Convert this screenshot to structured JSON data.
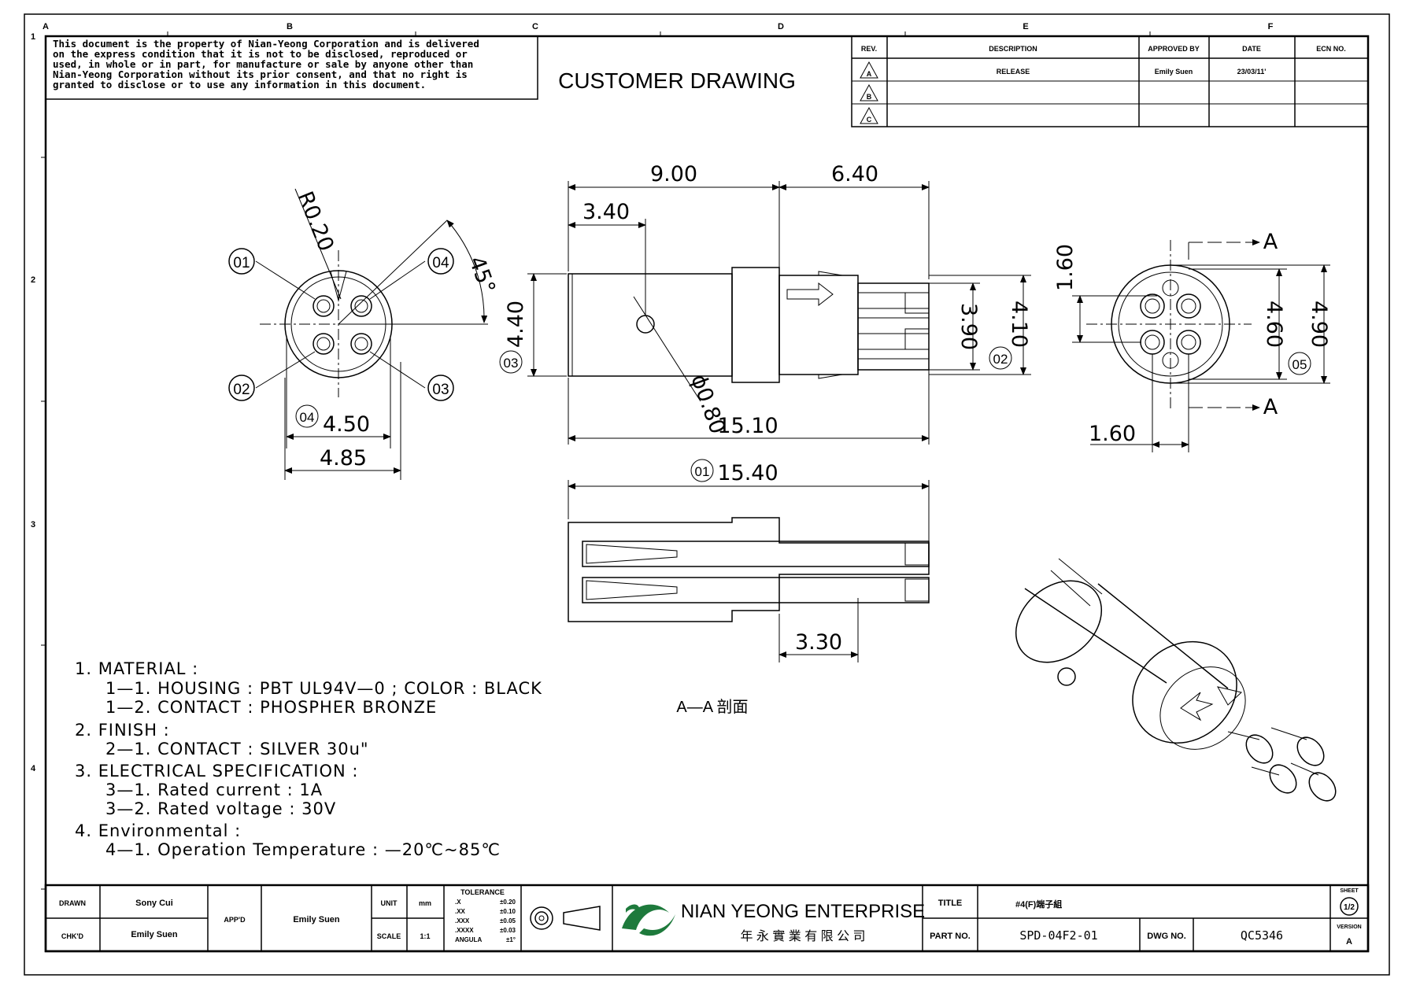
{
  "disclaimer": [
    "This document is the property of Nian-Yeong Corporation and is delivered",
    "on  the  express condition that it is not to be disclosed, reproduced or",
    "used, in whole or in part, for manufacture or sale by anyone other than",
    "Nian-Yeong Corporation without  its prior consent, and that  no right  is",
    "granted to disclose or to use any information in this  document."
  ],
  "drawing_title": "CUSTOMER  DRAWING",
  "grid": {
    "columns": [
      "A",
      "B",
      "C",
      "D",
      "E",
      "F"
    ],
    "rows": [
      "1",
      "2",
      "3",
      "4"
    ]
  },
  "revision_table": {
    "headers": [
      "REV.",
      "DESCRIPTION",
      "APPROVED BY",
      "DATE",
      "ECN NO."
    ],
    "rows": [
      {
        "rev": "A",
        "description": "RELEASE",
        "approved_by": "Emily Suen",
        "date": "23/03/11'",
        "ecn": ""
      },
      {
        "rev": "B",
        "description": "",
        "approved_by": "",
        "date": "",
        "ecn": ""
      },
      {
        "rev": "C",
        "description": "",
        "approved_by": "",
        "date": "",
        "ecn": ""
      }
    ]
  },
  "front_view": {
    "radius_label": "R0.20",
    "angle_label": "45°",
    "pins": [
      "01",
      "02",
      "03",
      "04"
    ],
    "dim_inner": "4.50",
    "dim_inner_balloon": "04",
    "dim_outer": "4.85"
  },
  "side_view": {
    "dim_top_left": "9.00",
    "dim_top_right": "6.40",
    "dim_hole_pos": "3.40",
    "dim_dia": "4.40",
    "dim_dia_balloon": "03",
    "dim_hole": "ϕ0.80",
    "dim_length": "15.10",
    "dim_pins_span": "3.90",
    "dim_tip_dia": "4.10",
    "dim_tip_balloon": "02"
  },
  "end_view": {
    "dim_top": "1.60",
    "dim_bottom": "1.60",
    "dim_inner": "4.60",
    "dim_outer": "4.90",
    "dim_outer_balloon": "05",
    "section_label": "A"
  },
  "section_view": {
    "dim_length": "15.40",
    "dim_length_balloon": "01",
    "dim_tip": "3.30",
    "caption": "A—A  剖面"
  },
  "notes": [
    {
      "text": "1.  MATERIAL  :",
      "indent": false
    },
    {
      "text": "1—1.  HOUSING  :  PBT  UL94V—0  ;  COLOR  :  BLACK",
      "indent": true
    },
    {
      "text": "1—2.  CONTACT  :  PHOSPHER  BRONZE",
      "indent": true
    },
    {
      "text": "2.  FINISH  :",
      "indent": false
    },
    {
      "text": "2—1.  CONTACT    :  SILVER  30u\"",
      "indent": true
    },
    {
      "text": "3.  ELECTRICAL  SPECIFICATION  :",
      "indent": false
    },
    {
      "text": "3—1.  Rated  current  :  1A",
      "indent": true
    },
    {
      "text": "3—2.  Rated  voltage  :  30V",
      "indent": true
    },
    {
      "text": "4.  Environmental  :",
      "indent": false
    },
    {
      "text": "4—1.  Operation  Temperature  :  —20℃~85℃",
      "indent": true
    }
  ],
  "title_block": {
    "drawn_label": "DRAWN",
    "drawn_value": "Sony Cui",
    "chkd_label": "CHK'D",
    "chkd_value": "Emily Suen",
    "appd_label": "APP'D",
    "appd_value": "Emily Suen",
    "unit_label": "UNIT",
    "unit_value": "mm",
    "scale_label": "SCALE",
    "scale_value": "1:1",
    "tolerance_title": "TOLERANCE",
    "tolerance_rows": [
      [
        ".X",
        "±0.20"
      ],
      [
        ".XX",
        "±0.10"
      ],
      [
        ".XXX",
        "±0.05"
      ],
      [
        ".XXXX",
        "±0.03"
      ],
      [
        "ANGULA",
        "±1°"
      ]
    ],
    "company_name": "NIAN YEONG ENTERPRISE",
    "company_name_cn": "年 永 實 業 有 限 公 司",
    "title_label": "TITLE",
    "title_value": "#4(F)端子組",
    "part_label": "PART NO.",
    "part_value": "SPD-04F2-01",
    "dwg_label": "DWG NO.",
    "dwg_value": "QC5346",
    "sheet_label": "SHEET",
    "sheet_value": "1/2",
    "version_label": "VERSION",
    "version_value": "A"
  }
}
